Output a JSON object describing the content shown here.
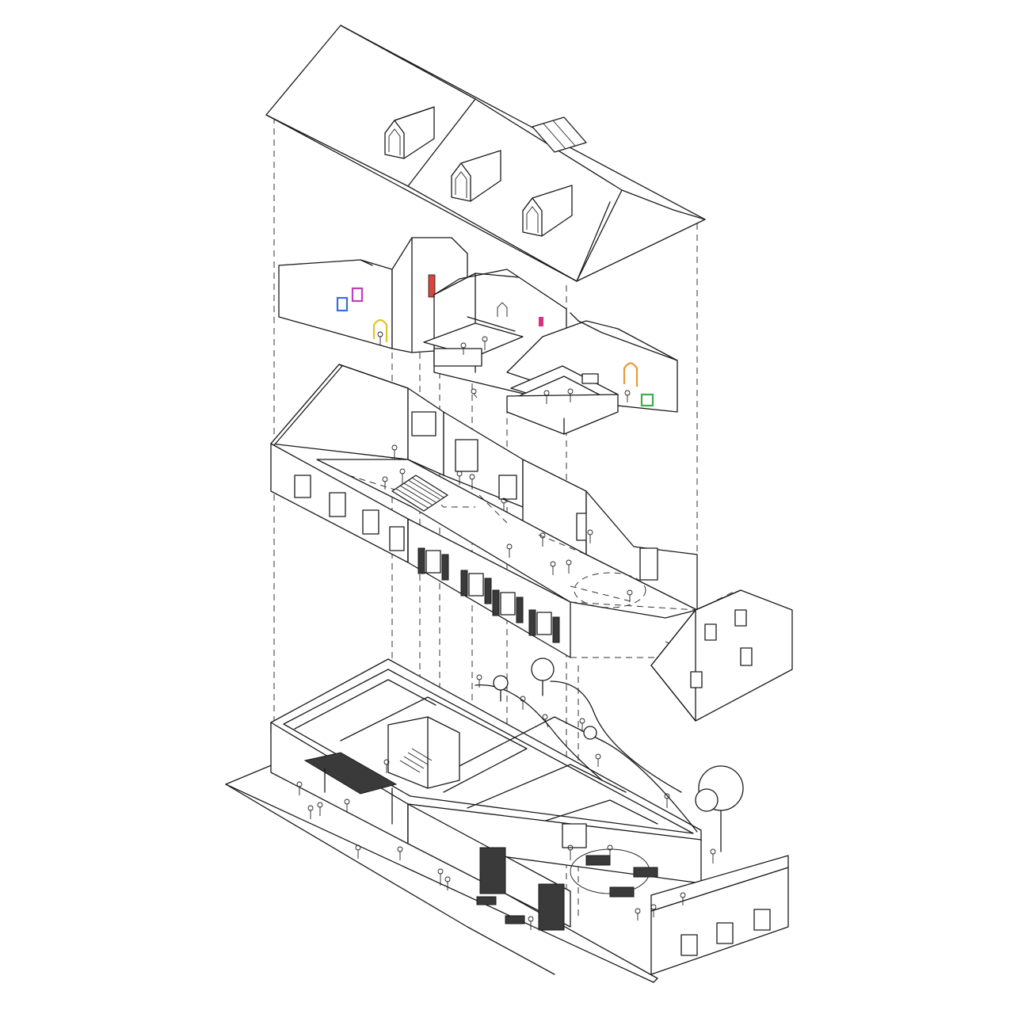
{
  "diagram": {
    "type": "exploded-axonometric",
    "levels": [
      "roof",
      "attic",
      "first-floor",
      "ground-floor"
    ],
    "accent_colors": {
      "blue": "#3b6fd8",
      "magenta": "#c03fc0",
      "yellow": "#e6c22a",
      "red": "#d9453b",
      "orange": "#e89a3a",
      "pink": "#d6327f",
      "green": "#3fae4a",
      "line": "#1a1a1a"
    }
  }
}
